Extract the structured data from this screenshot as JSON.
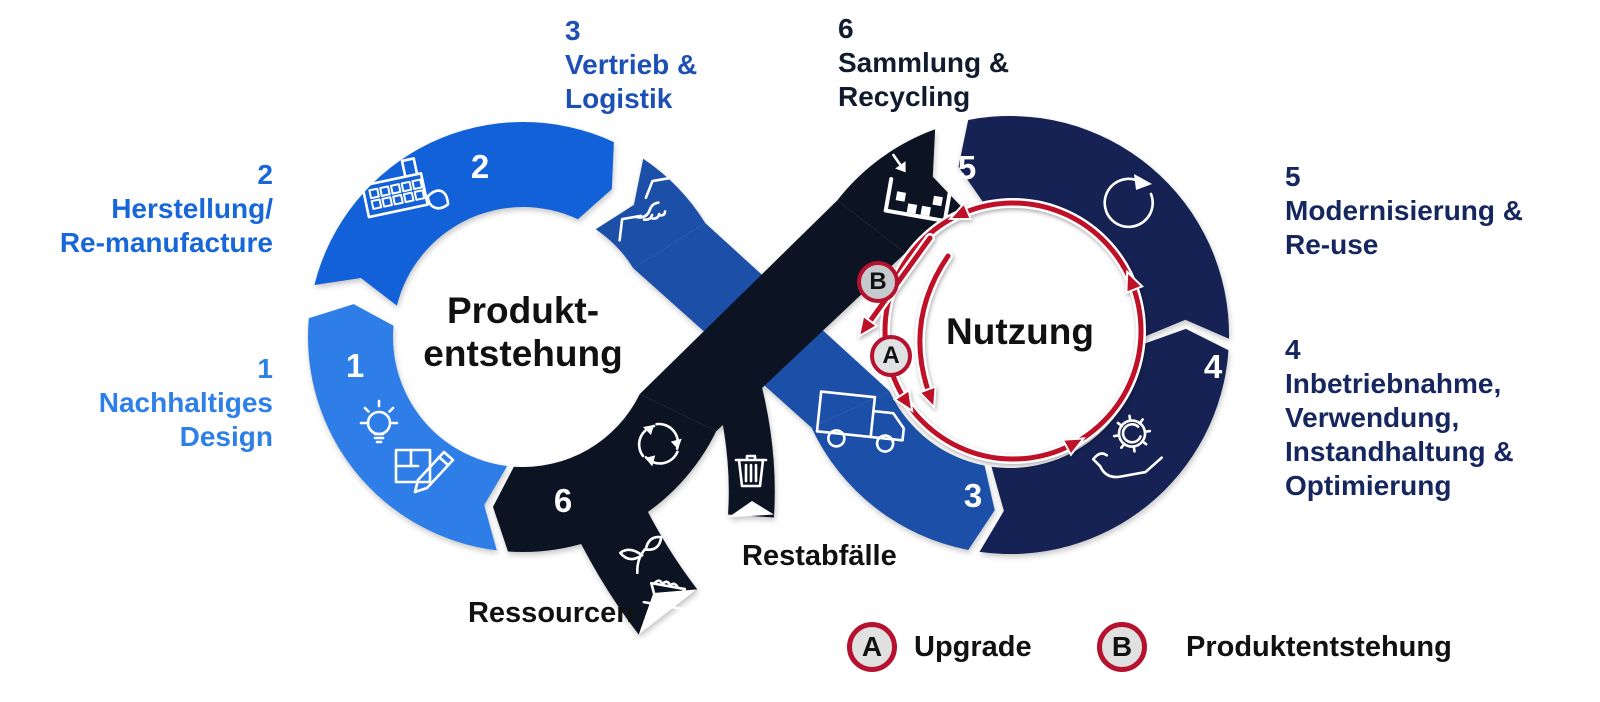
{
  "title_labels": {
    "design": {
      "number": "1",
      "line1": "Nachhaltiges",
      "line2": "Design"
    },
    "manufacture": {
      "number": "2",
      "line1": "Herstellung/",
      "line2": "Re-manufacture"
    },
    "logistics": {
      "number": "3",
      "line1": "Vertrieb &",
      "line2": "Logistik"
    },
    "operation": {
      "number": "4",
      "line1": "Inbetriebnahme,",
      "line2": "Verwendung,",
      "line3": "Instandhaltung &",
      "line4": "Optimierung"
    },
    "modernisation": {
      "number": "5",
      "line1": "Modernisierung &",
      "line2": "Re-use"
    },
    "collection": {
      "number": "6",
      "line1": "Sammlung &",
      "line2": "Recycling"
    }
  },
  "loop_titles": {
    "product_line1": "Produkt-",
    "product_line2": "entstehung",
    "usage": "Nutzung"
  },
  "flow_labels": {
    "resources": "Ressourcen",
    "residual_waste": "Restabfälle"
  },
  "segment_numbers": {
    "s1": "1",
    "s2": "2",
    "s3": "3",
    "s4": "4",
    "s5": "5",
    "s6": "6"
  },
  "badges": {
    "a": "A",
    "b": "B"
  },
  "legend": [
    {
      "badge": "A",
      "label": "Upgrade"
    },
    {
      "badge": "B",
      "label": "Produktentstehung"
    }
  ],
  "icons": {
    "segment1": "idea-bulb-icon / blueprint-pencil-icon",
    "segment2": "factory-icon",
    "segment3": "handshake-icon / truck-icon",
    "segment4": "gear-hand-icon",
    "segment5": "reuse-cycle-icon",
    "segment6": "recycle-arrows-icon / collection-bin-icon",
    "resources": "plant-sprout-icon / ore-cart-icon",
    "waste": "trash-can-icon"
  },
  "colors": {
    "segment1": "#2F7EE8",
    "segment2": "#1261D8",
    "segment3": "#1C50A8",
    "segment45": "#162254",
    "segment6": "#0C1322",
    "label1": "#2E7FE8",
    "label2": "#1767D9",
    "label3": "#1D50B4",
    "label45": "#16265E",
    "label6": "#101B2D",
    "arrow_red": "#BE1128",
    "badge_border": "#B5122F",
    "badge_fill_a": "#DFE1E3",
    "badge_fill_b": "#C6CACF",
    "legend_badge_fill": "#E0E0E0",
    "white": "#FFFFFF",
    "text_black": "#111111"
  }
}
